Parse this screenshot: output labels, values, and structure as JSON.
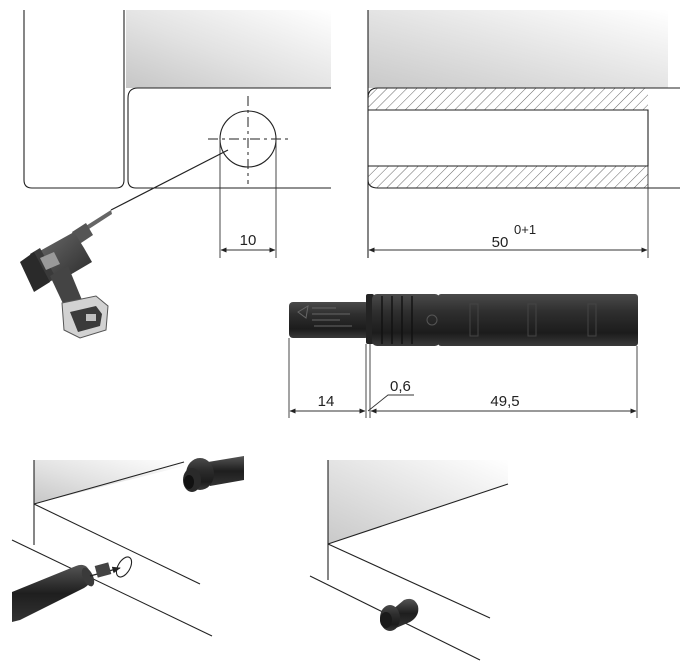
{
  "drill_hole": {
    "diameter_label": "10"
  },
  "bore_depth": {
    "value_label": "50",
    "tolerance_label": "0+1"
  },
  "damper": {
    "head_length_label": "14",
    "collar_label": "0,6",
    "body_length_label": "49,5"
  },
  "colors": {
    "line": "#222222",
    "damper_body": "#2b2b2b",
    "hatch": "#555555",
    "shade": "#d4d4d4"
  }
}
